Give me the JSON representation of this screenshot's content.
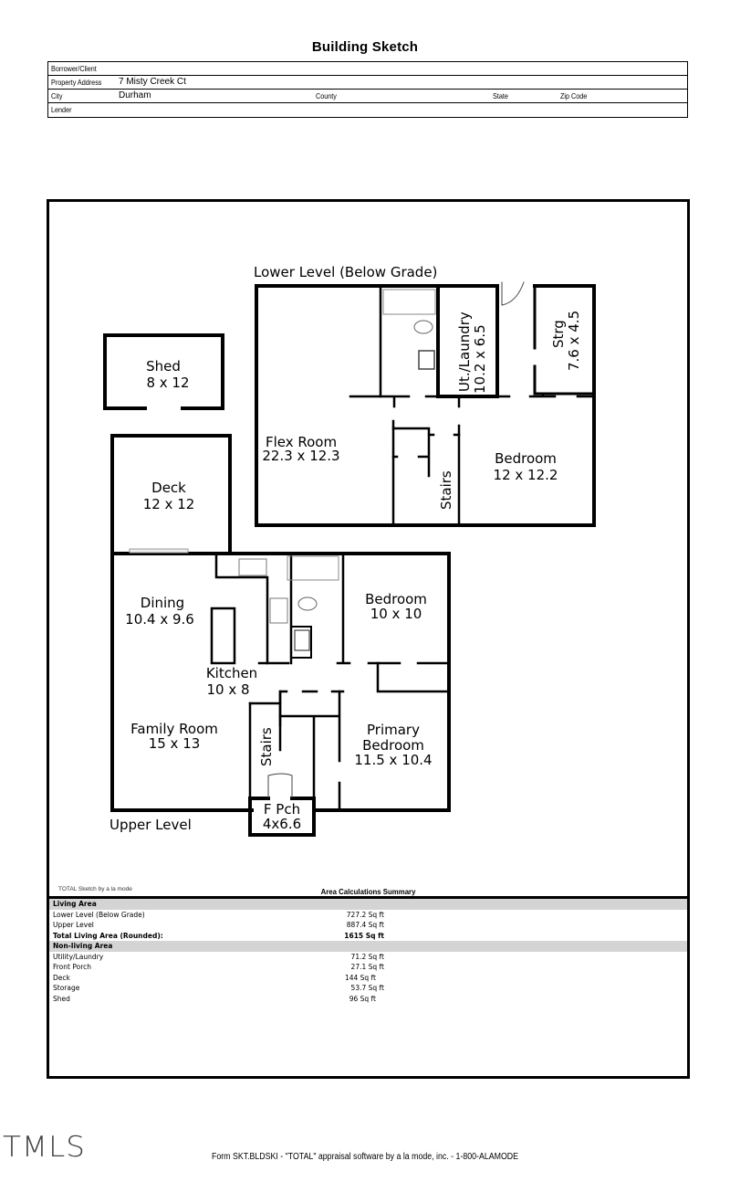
{
  "page": {
    "title": "Building Sketch"
  },
  "header": {
    "borrower_label": "Borrower/Client",
    "borrower_value": "",
    "address_label": "Property Address",
    "address_value": "7 Misty Creek Ct",
    "city_label": "City",
    "city_value": "Durham",
    "county_label": "County",
    "county_value": "",
    "state_label": "State",
    "state_value": "",
    "zip_label": "Zip Code",
    "zip_value": "",
    "lender_label": "Lender",
    "lender_value": ""
  },
  "sketch": {
    "lower_level_title": "Lower Level (Below Grade)",
    "upper_level_title": "Upper Level",
    "rooms": {
      "shed": {
        "name": "Shed",
        "dims": "8 x 12"
      },
      "deck": {
        "name": "Deck",
        "dims": "12 x 12"
      },
      "flex": {
        "name": "Flex Room",
        "dims": "22.3 x 12.3"
      },
      "laundry": {
        "name": "Ut./Laundry",
        "dims": "10.2 x 6.5"
      },
      "storage": {
        "name": "Strg",
        "dims": "7.6 x 4.5"
      },
      "lower_bedroom": {
        "name": "Bedroom",
        "dims": "12 x 12.2"
      },
      "lower_stairs": {
        "name": "Stairs"
      },
      "dining": {
        "name": "Dining",
        "dims": "10.4 x 9.6"
      },
      "kitchen": {
        "name": "Kitchen",
        "dims": "10 x 8"
      },
      "upper_bedroom": {
        "name": "Bedroom",
        "dims": "10 x 10"
      },
      "family": {
        "name": "Family Room",
        "dims": "15 x 13"
      },
      "upper_stairs": {
        "name": "Stairs"
      },
      "primary": {
        "name_line1": "Primary",
        "name_line2": "Bedroom",
        "dims": "11.5 x 10.4"
      },
      "porch": {
        "name": "F Pch",
        "dims": "4x6.6"
      }
    }
  },
  "area_summary": {
    "credit": "TOTAL Sketch by a la mode",
    "title": "Area Calculations Summary",
    "living_header": "Living Area",
    "living_rows": [
      {
        "label": "Lower Level (Below Grade)",
        "value": "727.2 Sq ft"
      },
      {
        "label": "Upper Level",
        "value": "887.4 Sq ft"
      }
    ],
    "total_label": "Total Living Area (Rounded):",
    "total_value": "1615 Sq ft",
    "nonliving_header": "Non-living Area",
    "nonliving_rows": [
      {
        "label": "Utility/Laundry",
        "value": "71.2 Sq ft"
      },
      {
        "label": "Front Porch",
        "value": "27.1 Sq ft"
      },
      {
        "label": "Deck",
        "value": "144 Sq ft"
      },
      {
        "label": "Storage",
        "value": "53.7 Sq ft"
      },
      {
        "label": "Shed",
        "value": "96 Sq ft"
      }
    ]
  },
  "footer": {
    "text": "Form SKT.BLDSKI - \"TOTAL\" appraisal software by a la mode, inc. - 1-800-ALAMODE",
    "logo": "TMLS"
  }
}
